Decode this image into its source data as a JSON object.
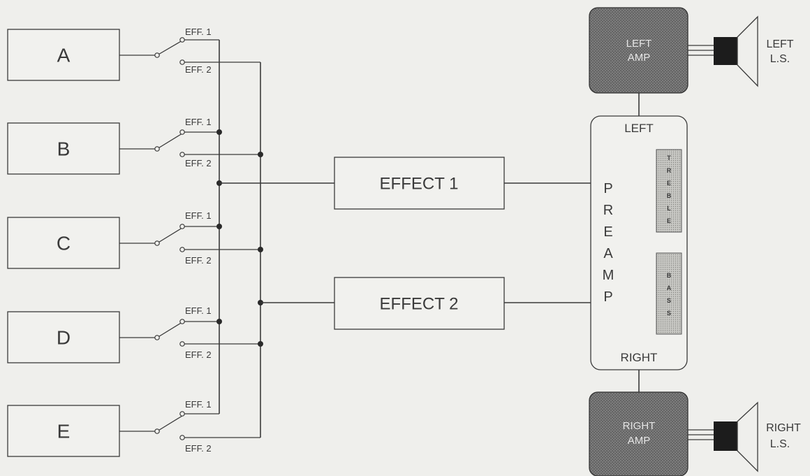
{
  "sources": [
    {
      "label": "A",
      "eff1": "EFF. 1",
      "eff2": "EFF. 2"
    },
    {
      "label": "B",
      "eff1": "EFF. 1",
      "eff2": "EFF. 2"
    },
    {
      "label": "C",
      "eff1": "EFF. 1",
      "eff2": "EFF. 2"
    },
    {
      "label": "D",
      "eff1": "EFF. 1",
      "eff2": "EFF. 2"
    },
    {
      "label": "E",
      "eff1": "EFF. 1",
      "eff2": "EFF. 2"
    }
  ],
  "effects": {
    "effect1": "EFFECT 1",
    "effect2": "EFFECT 2"
  },
  "preamp": {
    "letters": [
      "P",
      "R",
      "E",
      "A",
      "M",
      "P"
    ],
    "left": "LEFT",
    "right": "RIGHT",
    "treble": [
      "T",
      "R",
      "E",
      "B",
      "L",
      "E"
    ],
    "bass": [
      "B",
      "A",
      "S",
      "S"
    ]
  },
  "amps": {
    "left": [
      "LEFT",
      "AMP"
    ],
    "right": [
      "RIGHT",
      "AMP"
    ]
  },
  "speakers": {
    "left": [
      "LEFT",
      "L.S."
    ],
    "right": [
      "RIGHT",
      "L.S."
    ]
  },
  "colors": {
    "background": "#efefec",
    "line": "#3a3a3a",
    "amp_fill": "#707070"
  }
}
